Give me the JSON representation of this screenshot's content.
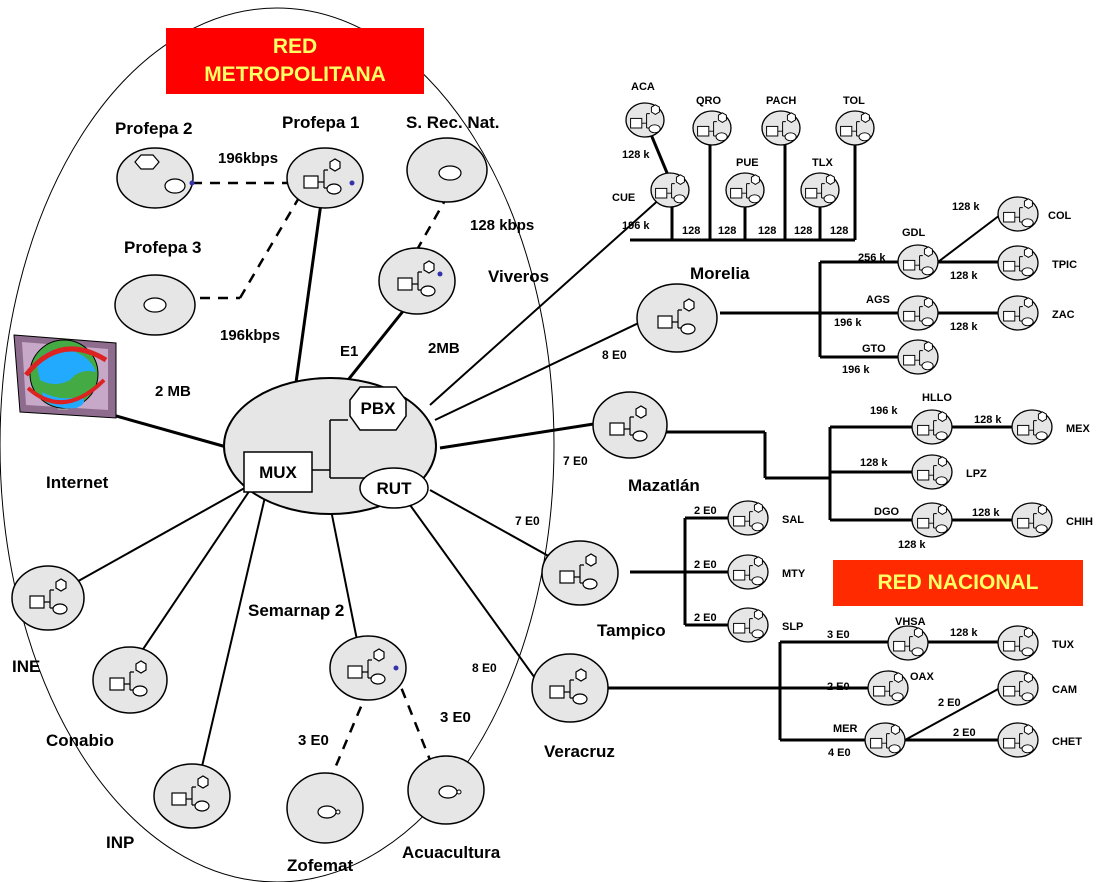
{
  "banners": {
    "metropolitana_line1": "RED",
    "metropolitana_line2": "METROPOLITANA",
    "nacional": "RED NACIONAL"
  },
  "hub": {
    "mux": "MUX",
    "pbx": "PBX",
    "rut": "RUT"
  },
  "metro_nodes": {
    "profepa2": "Profepa  2",
    "profepa1": "Profepa 1",
    "profepa3": "Profepa 3",
    "srecnat": "S. Rec. Nat.",
    "viveros": "Viveros",
    "internet": "Internet",
    "ine": "INE",
    "conabio": "Conabio",
    "inp": "INP",
    "semarnap2": "Semarnap 2",
    "zofemat": "Zofemat",
    "acuacultura": "Acuacultura"
  },
  "metro_links": {
    "p2_p1": "196kbps",
    "p3_p1": "196kbps",
    "srec_viveros": "128 kbps",
    "hub_p1": "E1",
    "hub_viveros": "2MB",
    "hub_internet": "2 MB",
    "sem_zofemat": "3 E0",
    "sem_acuacultura": "3 E0"
  },
  "regional_nodes": {
    "morelia": "Morelia",
    "mazatlan": "Mazatlán",
    "tampico": "Tampico",
    "veracruz": "Veracruz"
  },
  "regional_links": {
    "morelia": "8 E0",
    "mazatlan": "7 E0",
    "tampico": "7 E0",
    "veracruz": "8 E0"
  },
  "remote_sites": {
    "aca": "ACA",
    "qro": "QRO",
    "pach": "PACH",
    "tol": "TOL",
    "cue": "CUE",
    "pue": "PUE",
    "tlx": "TLX",
    "gdl": "GDL",
    "col": "COL",
    "tpic": "TPIC",
    "ags": "AGS",
    "zac": "ZAC",
    "gto": "GTO",
    "hllo": "HLLO",
    "mex": "MEX",
    "lpz": "LPZ",
    "dgo": "DGO",
    "chih": "CHIH",
    "sal": "SAL",
    "mty": "MTY",
    "slp": "SLP",
    "vhsa": "VHSA",
    "tux": "TUX",
    "oax": "OAX",
    "cam": "CAM",
    "mer": "MER",
    "chet": "CHET"
  },
  "remote_links": {
    "aca_cue": "128 k",
    "cue": "196 k",
    "bus_a": "128",
    "bus_b": "128",
    "bus_c": "128",
    "bus_d": "128",
    "bus_e": "128",
    "gdl": "256 k",
    "gdl_col": "128 k",
    "gdl_tpic": "128 k",
    "ags": "196 k",
    "ags_zac": "128 k",
    "gto": "196 k",
    "hllo": "196 k",
    "hllo_mex": "128 k",
    "lpz": "128 k",
    "dgo": "128 k",
    "dgo_chih": "128 k",
    "sal": "2 E0",
    "mty": "2 E0",
    "slp": "2 E0",
    "vhsa": "3 E0",
    "vhsa_tux": "128 k",
    "oax": "2 E0",
    "mer": "4 E0",
    "mer_cam": "2 E0",
    "mer_chet": "2 E0"
  }
}
